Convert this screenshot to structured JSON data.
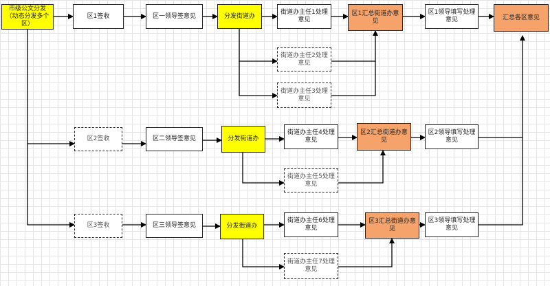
{
  "nodes": {
    "start": "市级公文分发（动态分发多个区）",
    "d1_receive": "区1签收",
    "d1_leader": "区一领导签意见",
    "d1_dispatch": "分发街道办",
    "d1_s1": "街道办主任1处理意见",
    "d1_s2": "街道办主任2处理意见",
    "d1_s3": "街道办主任3处理意见",
    "d1_summary": "区1汇总街道办意见",
    "d1_fill": "区1领导填写处理意见",
    "final": "汇总各区意见",
    "d2_receive": "区2签收",
    "d2_leader": "区二领导签意见",
    "d2_dispatch": "分发街道办",
    "d2_s4": "街道办主任4处理意见",
    "d2_s5": "街道办主任5处理意见",
    "d2_summary": "区2汇总街道办意见",
    "d2_fill": "区2领导填写处理意见",
    "d3_receive": "区3签收",
    "d3_leader": "区三领导签意见",
    "d3_dispatch": "分发街道办",
    "d3_s6": "街道办主任6处理意见",
    "d3_s7": "街道办主任7处理意见",
    "d3_summary": "区3汇总街道办意见",
    "d3_fill": "区3领导填写处理意见"
  },
  "colors": {
    "yellow": "#ffff00",
    "orange": "#f6a36b",
    "line": "#000000"
  }
}
